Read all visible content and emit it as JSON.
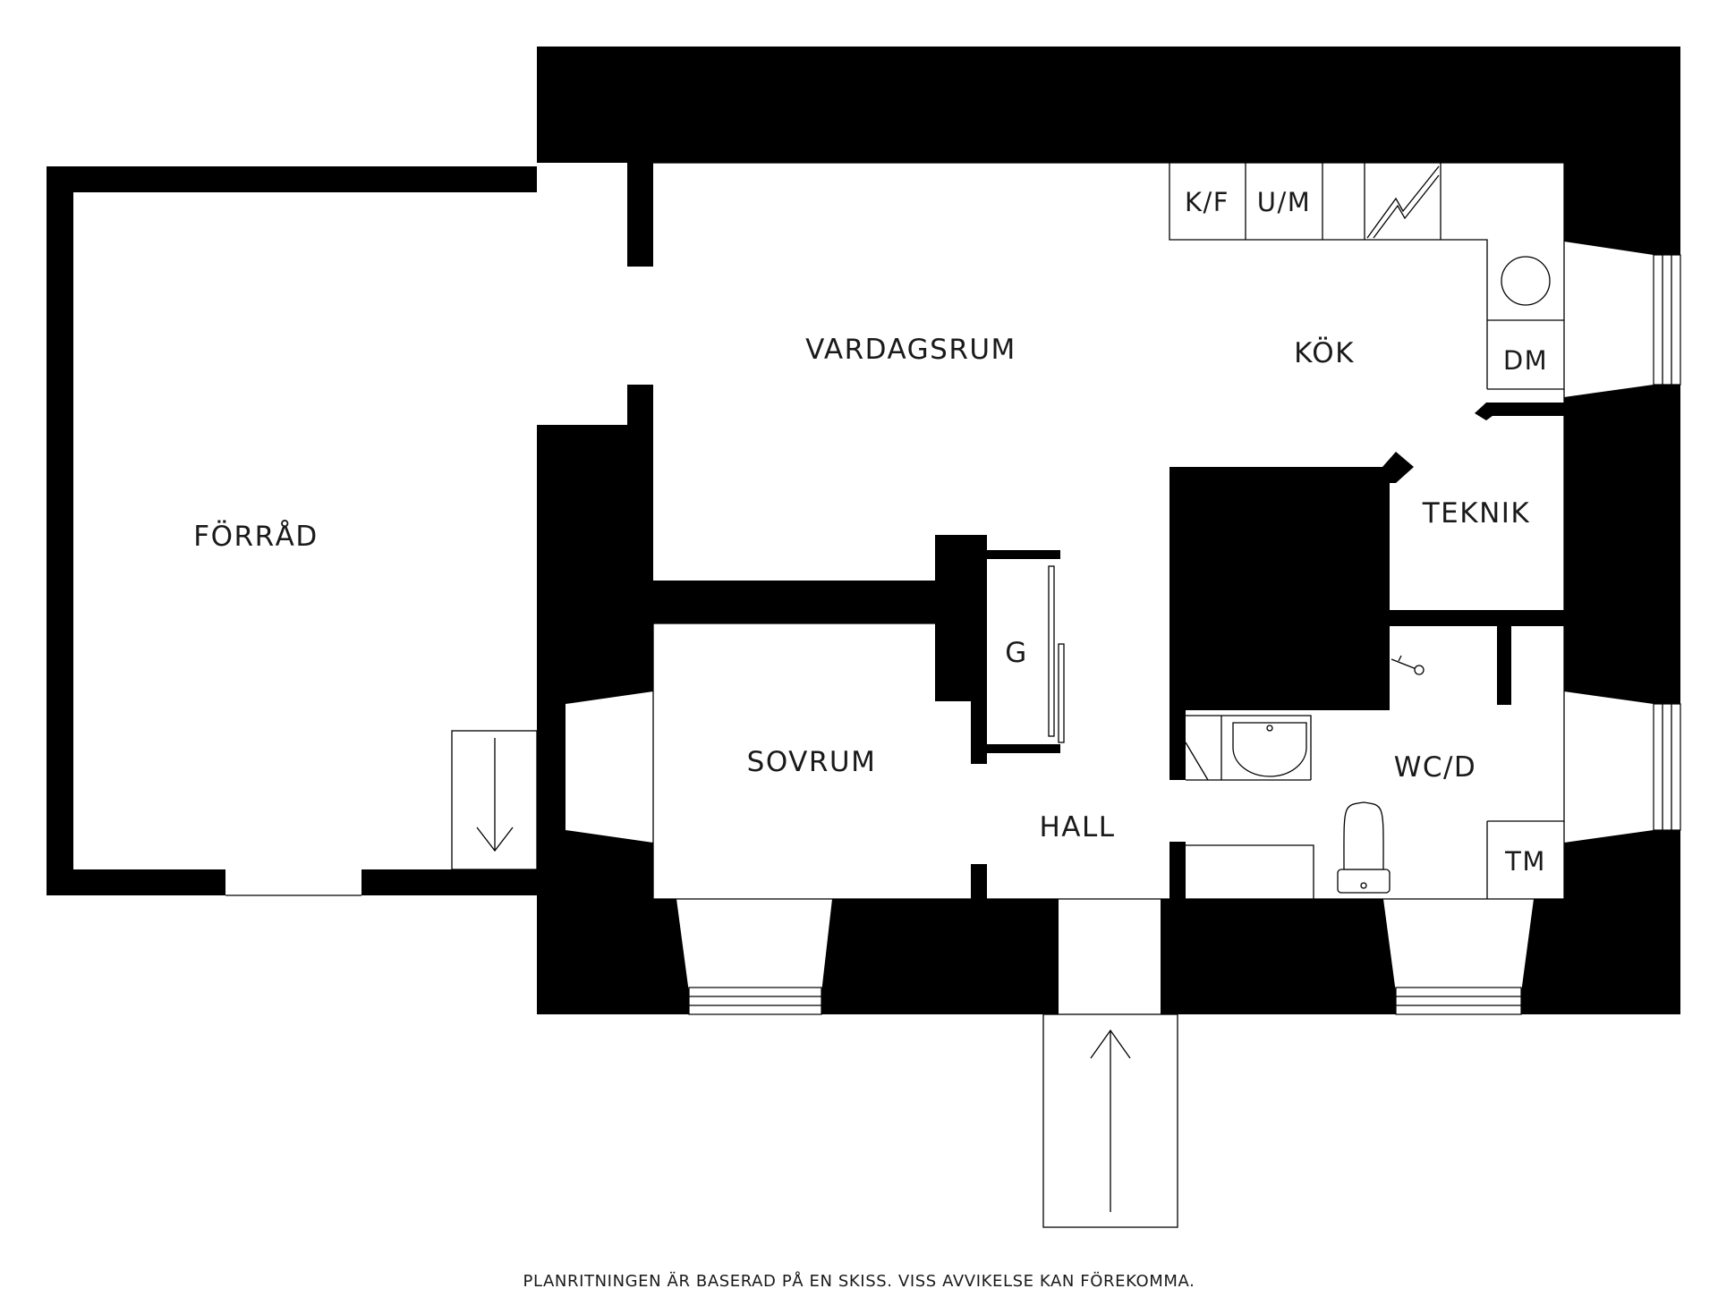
{
  "rooms": {
    "vardagsrum": "VARDAGSRUM",
    "kok": "KÖK",
    "forrad": "FÖRRÅD",
    "teknik": "TEKNIK",
    "sovrum": "SOVRUM",
    "hall": "HALL",
    "wc_d": "WC/D",
    "garderob": "G"
  },
  "appliances": {
    "kyl_frys": "K/F",
    "ugn_micro": "U/M",
    "diskmaskin": "DM",
    "tvattmaskin": "TM"
  },
  "disclaimer": "PLANRITNINGEN ÄR BASERAD PÅ EN SKISS. VISS AVVIKELSE KAN FÖREKOMMA."
}
